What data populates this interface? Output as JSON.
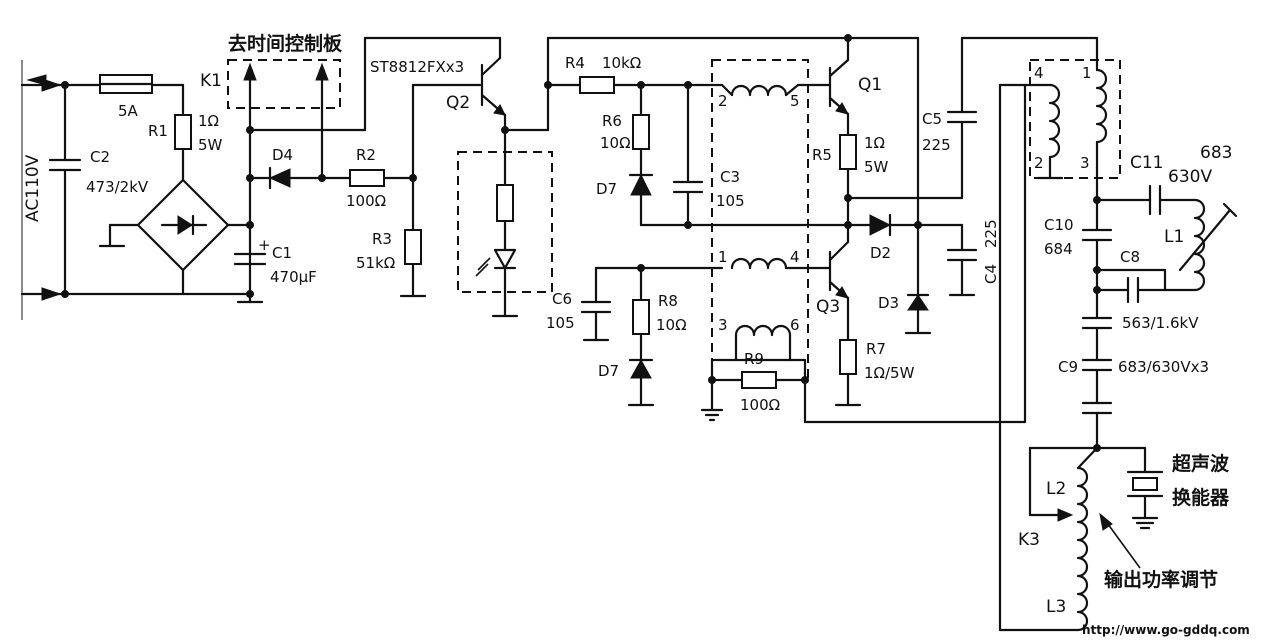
{
  "labels": {
    "ac_input": "AC110V",
    "fuse_value": "5A",
    "c2_name": "C2",
    "c2_value": "473/2kV",
    "r1_name": "R1",
    "r1_value1": "1Ω",
    "r1_value2": "5W",
    "k1_name": "K1",
    "timer_board": "去时间控制板",
    "d4_name": "D4",
    "c1_name": "C1",
    "c1_value": "470μF",
    "c1_plus": "+",
    "r2_name": "R2",
    "r2_value": "100Ω",
    "r3_name": "R3",
    "r3_value": "51kΩ",
    "q2_part": "ST8812FXx3",
    "q2_name": "Q2",
    "r4_name": "R4",
    "r4_value": "10kΩ",
    "r6_name": "R6",
    "r6_value": "10Ω",
    "d7_top": "D7",
    "c3_name": "C3",
    "c3_value": "105",
    "t_pin2": "2",
    "t_pin5": "5",
    "t_pin1": "1",
    "t_pin4": "4",
    "t_pin3": "3",
    "t_pin6": "6",
    "q1_name": "Q1",
    "r5_name": "R5",
    "r5_value1": "1Ω",
    "r5_value2": "5W",
    "c5_name": "C5",
    "c5_value": "225",
    "d2_name": "D2",
    "c4_name": "C4",
    "c4_value": "225",
    "d3_name": "D3",
    "q3_name": "Q3",
    "c6_name": "C6",
    "c6_value": "105",
    "r8_name": "R8",
    "r8_value": "10Ω",
    "d7_bottom": "D7",
    "r9_name": "R9",
    "r9_value": "100Ω",
    "r7_name": "R7",
    "r7_value": "1Ω/5W",
    "out_pin4": "4",
    "out_pin1": "1",
    "out_pin2": "2",
    "out_pin3": "3",
    "c11_name": "C11",
    "c11_value1": "683",
    "c11_value2": "630V",
    "c10_name": "C10",
    "c10_value": "684",
    "l1_name": "L1",
    "c8_name": "C8",
    "c8_value": "563/1.6kV",
    "c9_name": "C9",
    "c9_value": "683/630Vx3",
    "transducer1": "超声波",
    "transducer2": "换能器",
    "l2_name": "L2",
    "k3_name": "K3",
    "l3_name": "L3",
    "power_adjust": "输出功率调节",
    "watermark_url": "http://www.go-gddq.com"
  }
}
